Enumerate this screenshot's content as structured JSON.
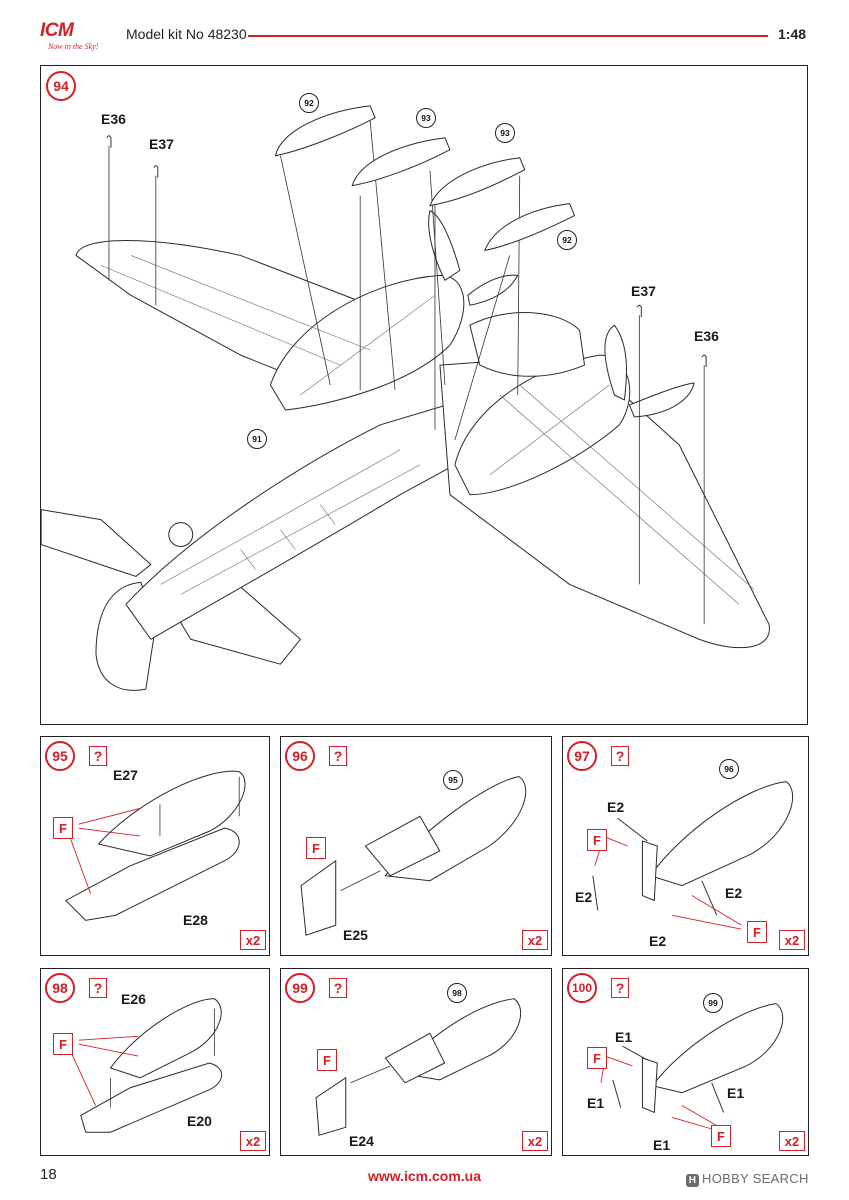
{
  "header": {
    "logo_text": "ICM",
    "logo_tagline": "Now in the Sky!",
    "kit_title": "Model kit No 48230",
    "scale": "1:48"
  },
  "colors": {
    "accent": "#d31f26",
    "line": "#222222"
  },
  "step94": {
    "number": "94",
    "refs": [
      "92",
      "93",
      "93",
      "92",
      "91"
    ],
    "parts": [
      "E36",
      "E37",
      "E37",
      "E36"
    ]
  },
  "steps": [
    {
      "number": "95",
      "q": "?",
      "ref": "",
      "parts": [
        "E27",
        "E28"
      ],
      "f": "F",
      "mult": "x2"
    },
    {
      "number": "96",
      "q": "?",
      "ref": "95",
      "parts": [
        "E25"
      ],
      "f": "F",
      "mult": "x2"
    },
    {
      "number": "97",
      "q": "?",
      "ref": "96",
      "parts": [
        "E2",
        "E2",
        "E2",
        "E2"
      ],
      "f": "F",
      "mult": "x2"
    },
    {
      "number": "98",
      "q": "?",
      "ref": "",
      "parts": [
        "E26",
        "E20"
      ],
      "f": "F",
      "mult": "x2"
    },
    {
      "number": "99",
      "q": "?",
      "ref": "98",
      "parts": [
        "E24"
      ],
      "f": "F",
      "mult": "x2"
    },
    {
      "number": "100",
      "q": "?",
      "ref": "99",
      "parts": [
        "E1",
        "E1",
        "E1",
        "E1"
      ],
      "f": "F",
      "mult": "x2"
    }
  ],
  "footer": {
    "page_number": "18",
    "url": "www.icm.com.ua",
    "watermark": "HOBBY SEARCH",
    "watermark_badge": "H"
  }
}
